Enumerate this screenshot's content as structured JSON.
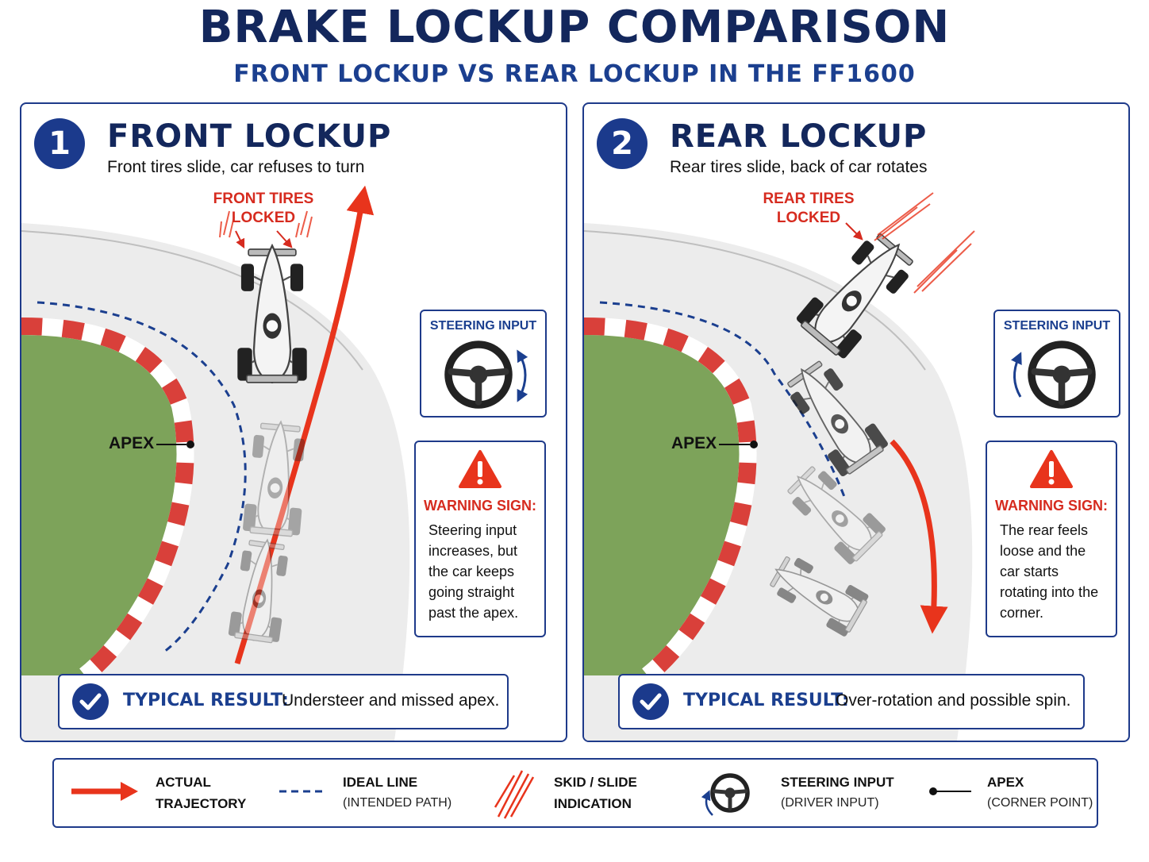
{
  "header": {
    "title": "BRAKE LOCKUP COMPARISON",
    "subtitle": "FRONT LOCKUP VS REAR LOCKUP IN THE FF1600"
  },
  "panels": [
    {
      "number": "1",
      "title": "FRONT LOCKUP",
      "subtitle": "Front tires slide, car refuses to turn",
      "lock_label_1": "FRONT TIRES",
      "lock_label_2": "LOCKED",
      "apex_label": "APEX",
      "steering_title": "STEERING INPUT",
      "warning_title": "WARNING SIGN:",
      "warning_text": "Steering input increases, but the car keeps going straight past the apex.",
      "result_label": "TYPICAL RESULT:",
      "result_text": "Understeer and missed apex."
    },
    {
      "number": "2",
      "title": "REAR LOCKUP",
      "subtitle": "Rear tires slide, back of car rotates",
      "lock_label_1": "REAR TIRES",
      "lock_label_2": "LOCKED",
      "apex_label": "APEX",
      "steering_title": "STEERING INPUT",
      "warning_title": "WARNING SIGN:",
      "warning_text": "The rear feels loose and the car starts rotating into the corner.",
      "result_label": "TYPICAL RESULT:",
      "result_text": "Over-rotation and possible spin."
    }
  ],
  "legend": [
    {
      "label": "ACTUAL",
      "sub": "TRAJECTORY",
      "icon": "red-arrow-icon"
    },
    {
      "label": "IDEAL LINE",
      "sub": "(INTENDED PATH)",
      "icon": "dashed-line-icon"
    },
    {
      "label": "SKID / SLIDE",
      "sub": "INDICATION",
      "icon": "skid-marks-icon"
    },
    {
      "label": "STEERING INPUT",
      "sub": "(DRIVER INPUT)",
      "icon": "steering-wheel-icon"
    },
    {
      "label": "APEX",
      "sub": "(CORNER POINT)",
      "icon": "apex-marker-icon"
    }
  ],
  "colors": {
    "navy": "#13275c",
    "blue": "#1b3f8f",
    "red": "#e8341c",
    "grass": "#7da35a",
    "track": "#ececec"
  }
}
